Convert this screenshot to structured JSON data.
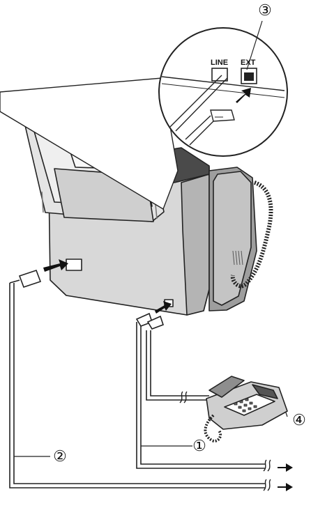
{
  "port_labels": {
    "line": "LINE",
    "ext": "EXT"
  },
  "callouts": {
    "c1": "①",
    "c2": "②",
    "c3": "③",
    "c4": "④"
  },
  "colors": {
    "line_art": "#222222",
    "body_fill": "#dcdcdc",
    "shadow_fill": "#9a9a9a",
    "dark_fill": "#555555",
    "accent_arrow": "#111111",
    "background": "#ffffff"
  }
}
